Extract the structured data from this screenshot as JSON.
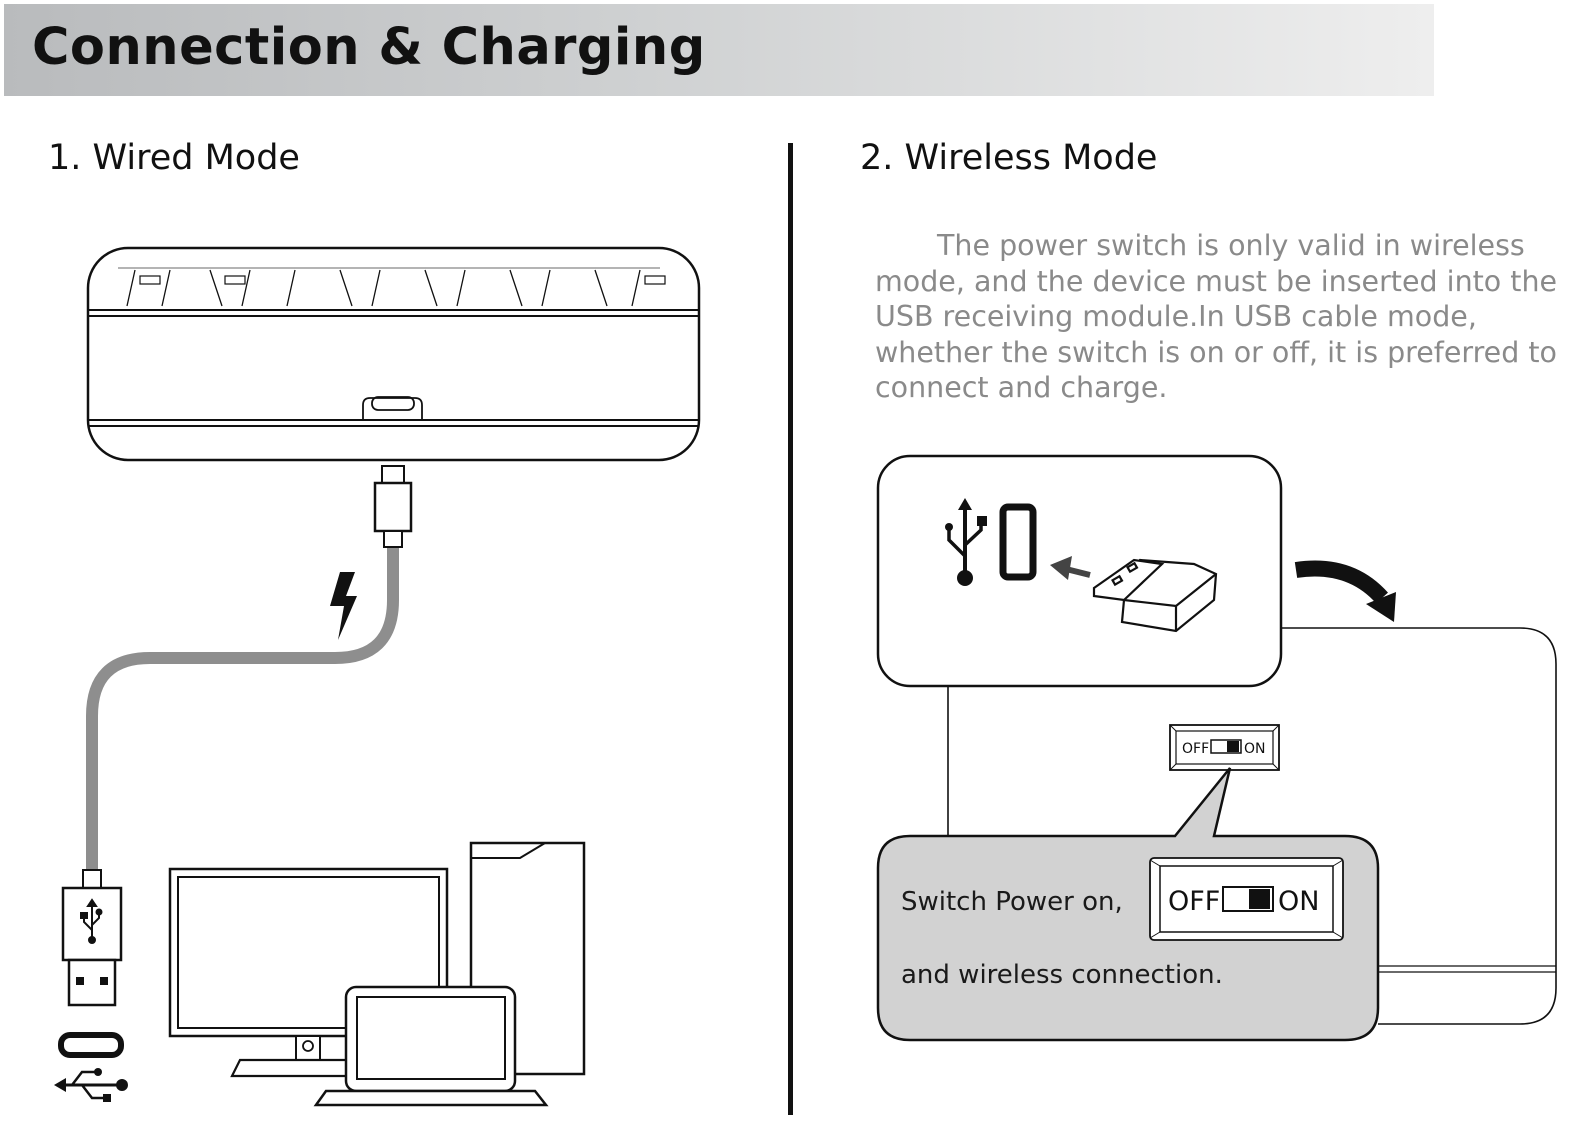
{
  "header": {
    "title": "Connection & Charging"
  },
  "wired": {
    "title": "1. Wired Mode"
  },
  "wireless": {
    "title": "2. Wireless Mode",
    "description": "The power switch is only valid in wireless mode, and the device must be inserted into the USB receiving module.In USB cable mode, whether the switch is on or off, it is preferred to connect and charge.",
    "caption_line1": "Switch Power on,",
    "caption_line2": "and wireless connection.",
    "switch_small": {
      "off_label": "OFF",
      "on_label": "ON"
    },
    "switch_large": {
      "off_label": "OFF",
      "on_label": "ON"
    }
  },
  "colors": {
    "header_gradient_start": "#b9bbbd",
    "header_gradient_end": "#eeeeee",
    "cable": "#8e8e8e",
    "callout_fill": "#d2d2d2",
    "description_text": "#8a8a8a"
  },
  "icons": [
    "usb-symbol-icon",
    "lightning-icon",
    "usb-port-icon",
    "arrow-left-icon",
    "curved-arrow-icon"
  ]
}
